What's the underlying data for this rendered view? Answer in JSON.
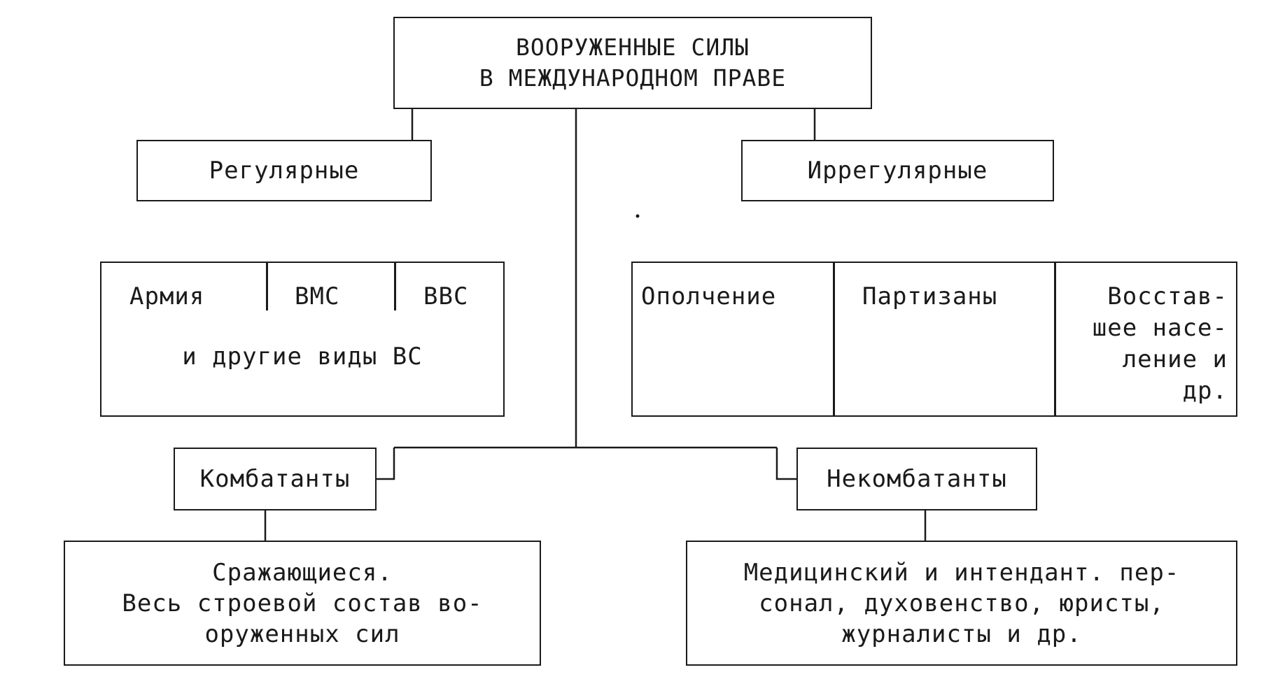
{
  "root": {
    "line1": "ВООРУЖЕННЫЕ СИЛЫ",
    "line2": "В МЕЖДУНАРОДНОМ ПРАВЕ"
  },
  "regular": {
    "label": "Регулярные",
    "types": {
      "army": "Армия",
      "navy": "ВМС",
      "air_force": "ВВС",
      "other": "и другие виды ВС"
    }
  },
  "irregular": {
    "label": "Иррегулярные",
    "types": {
      "militia": "Ополчение",
      "partisans": "Партизаны",
      "uprising": [
        "Восстав-",
        "шее насе-",
        "ление и",
        "др."
      ]
    }
  },
  "combatants": {
    "label": "Комбатанты",
    "description": [
      "Сражающиеся.",
      "Весь строевой состав во-",
      "оруженных сил"
    ]
  },
  "noncombatants": {
    "label": "Некомбатанты",
    "description": [
      "Медицинский и интендант. пер-",
      "сонал, духовенство, юристы,",
      "журналисты и др."
    ]
  }
}
